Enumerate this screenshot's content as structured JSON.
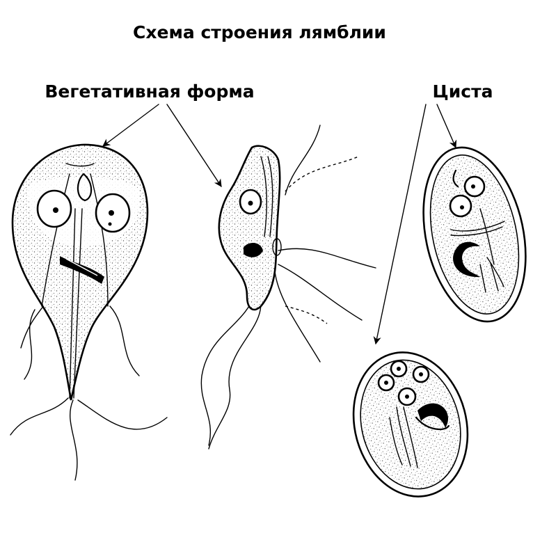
{
  "title": "Схема строения лямблии",
  "labels": {
    "vegetative": "Вегетативная форма",
    "cyst": "Циста"
  }
}
